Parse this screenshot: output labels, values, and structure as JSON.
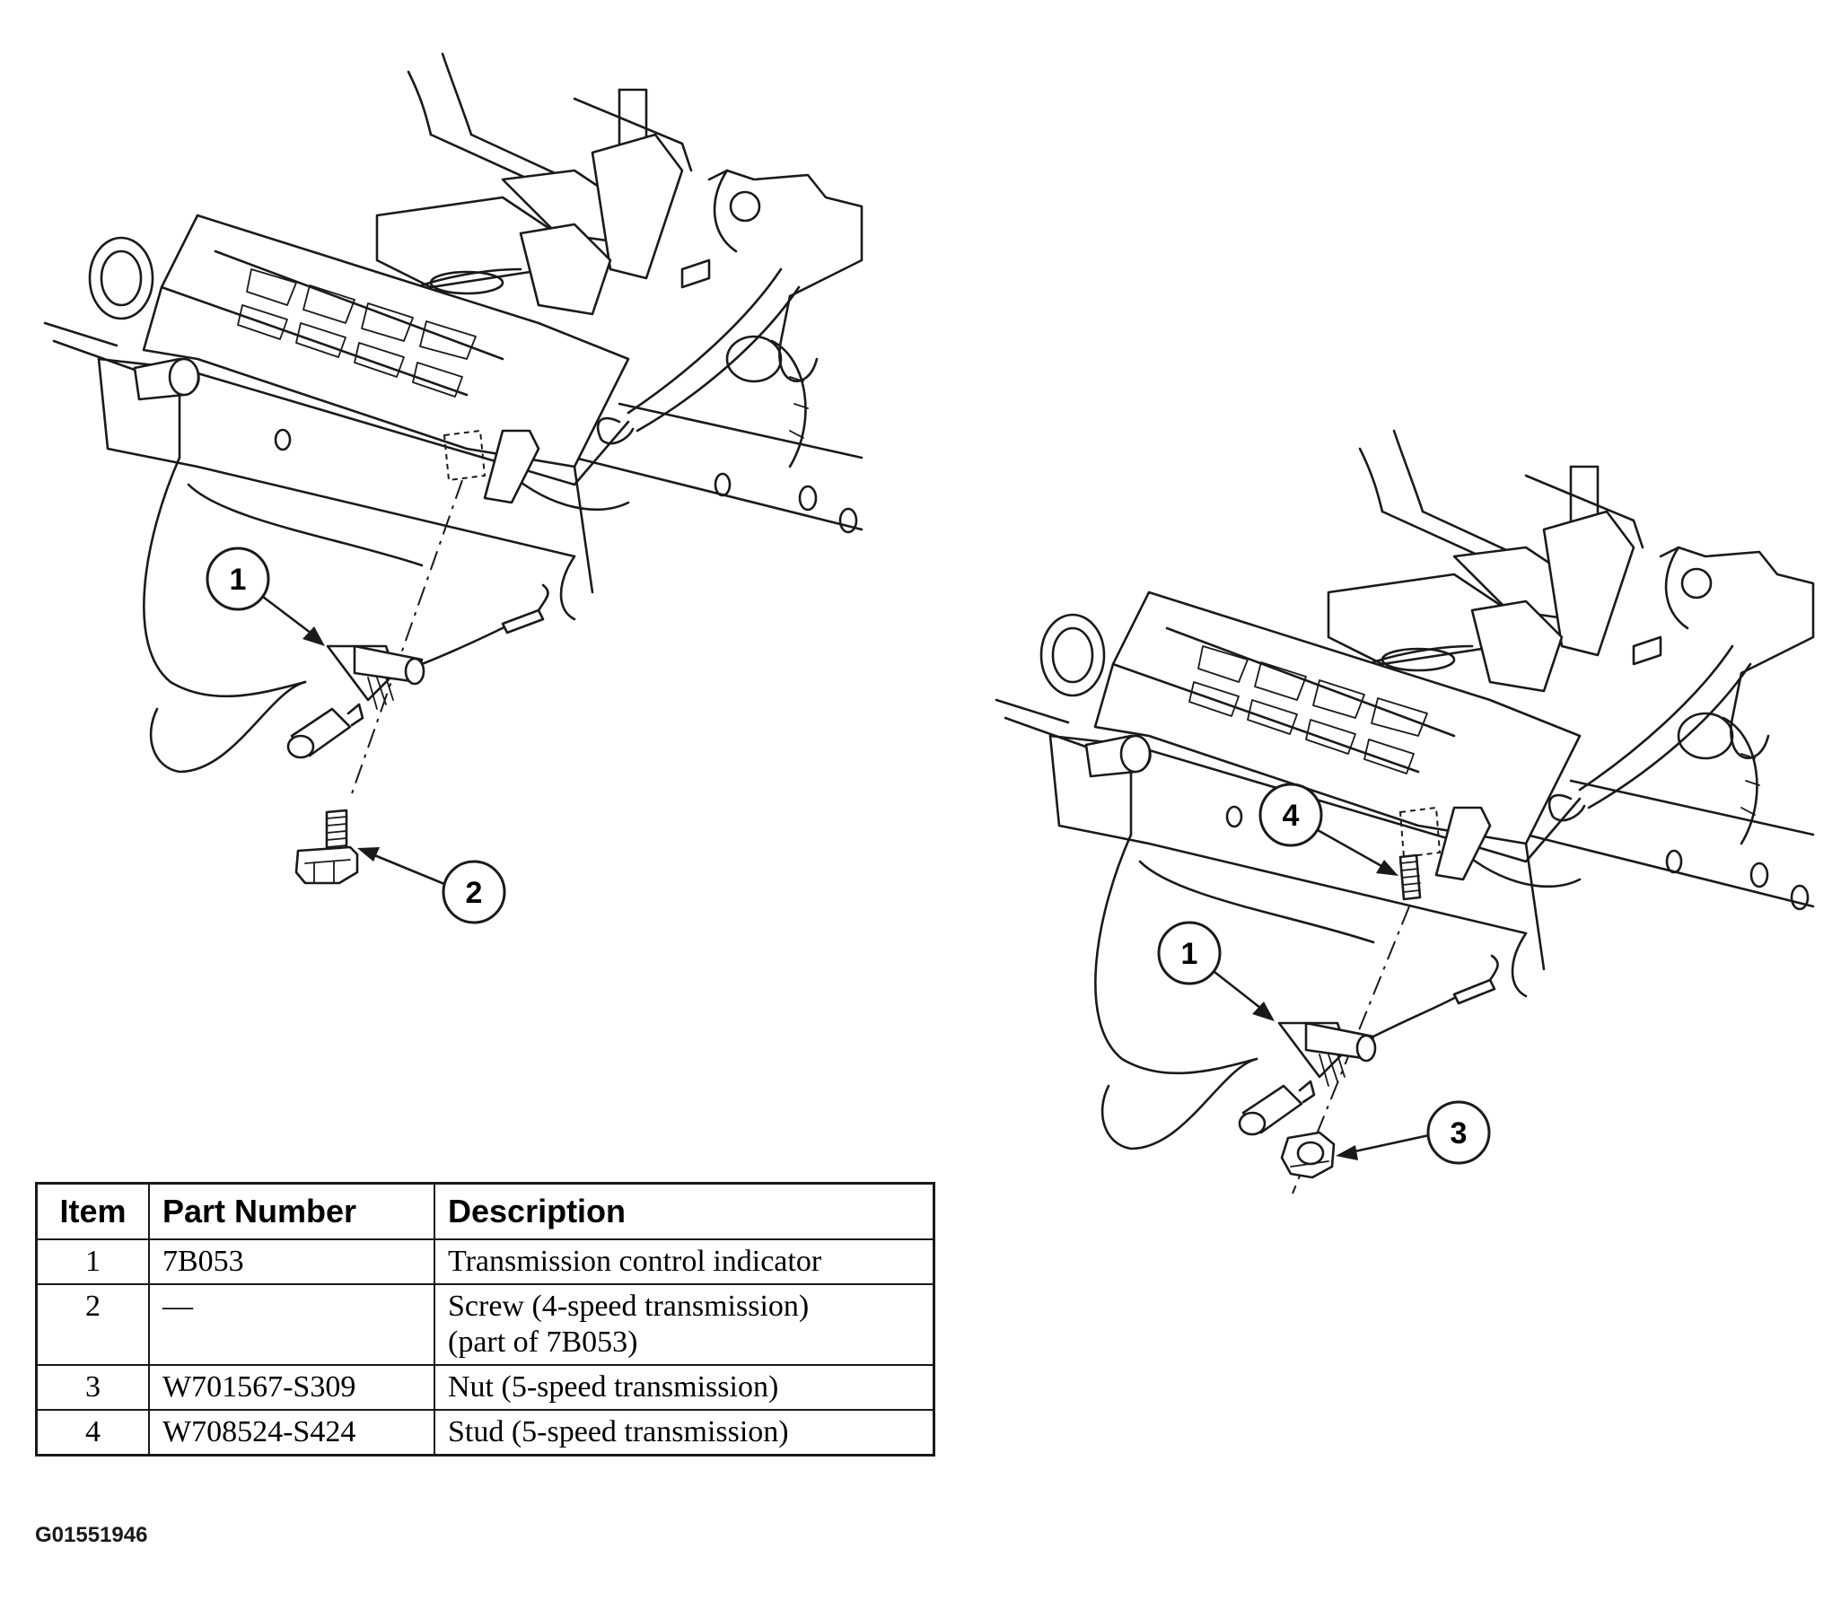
{
  "callouts": {
    "left_1": "1",
    "left_2": "2",
    "right_1": "1",
    "right_3": "3",
    "right_4": "4"
  },
  "table": {
    "headers": {
      "item": "Item",
      "part_number": "Part Number",
      "description": "Description"
    },
    "rows": [
      {
        "item": "1",
        "part_number": "7B053",
        "description": [
          "Transmission control indicator"
        ]
      },
      {
        "item": "2",
        "part_number": "—",
        "description": [
          "Screw (4-speed transmission)",
          "(part of 7B053)"
        ]
      },
      {
        "item": "3",
        "part_number": "W701567-S309",
        "description": [
          "Nut (5-speed transmission)"
        ]
      },
      {
        "item": "4",
        "part_number": "W708524-S424",
        "description": [
          "Stud (5-speed transmission)"
        ]
      }
    ]
  },
  "figure_code": "G01551946"
}
